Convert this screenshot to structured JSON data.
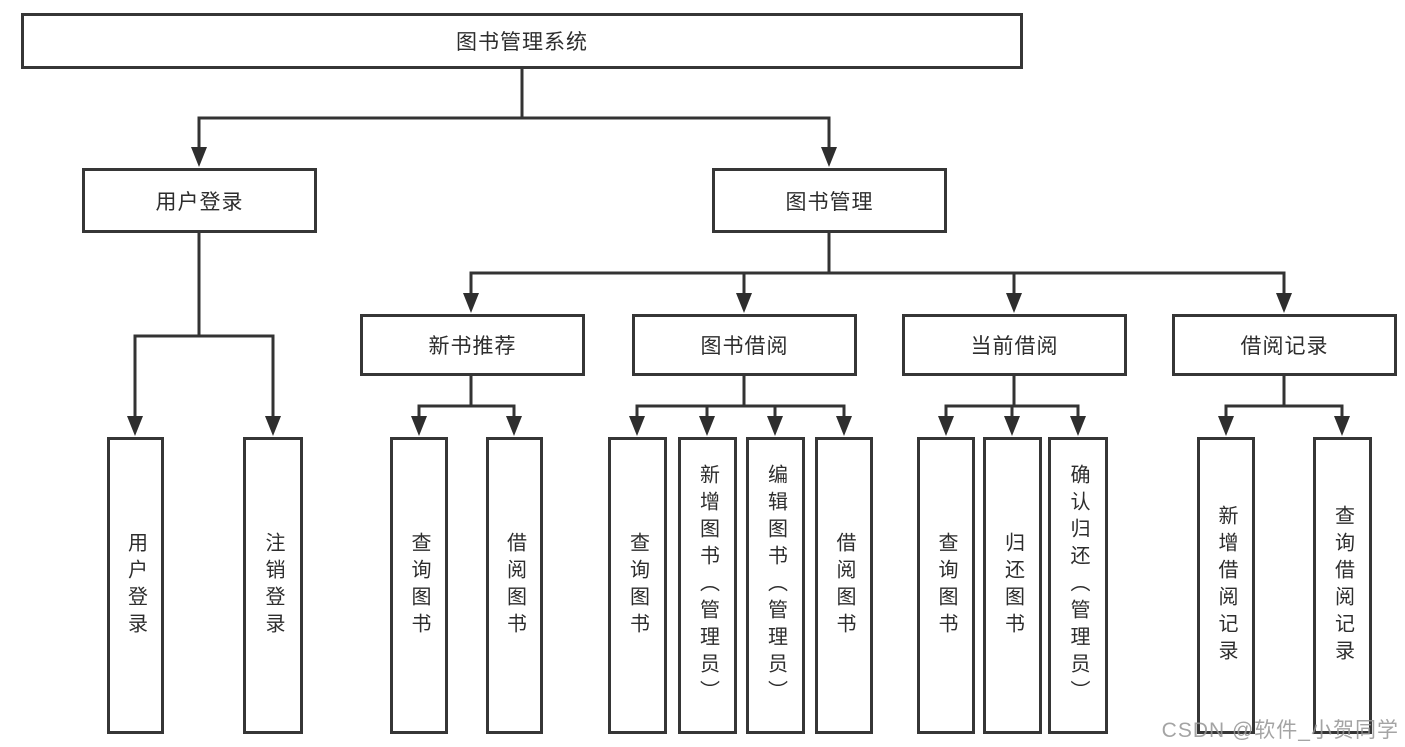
{
  "colors": {
    "line": "#333333",
    "box_border": "#363636",
    "box_background": "#ffffff",
    "text": "#2d2d2d",
    "watermark": "#949494"
  },
  "watermark": "CSDN @软件_小贺同学",
  "nodes": [
    {
      "id": "root",
      "label": "图书管理系统"
    },
    {
      "id": "user-login",
      "label": "用户登录"
    },
    {
      "id": "book-mgmt",
      "label": "图书管理"
    },
    {
      "id": "new-book-rec",
      "label": "新书推荐"
    },
    {
      "id": "book-borrow",
      "label": "图书借阅"
    },
    {
      "id": "current-borrow",
      "label": "当前借阅"
    },
    {
      "id": "borrow-records",
      "label": "借阅记录"
    },
    {
      "id": "leaf-user-login",
      "label": "用户登录"
    },
    {
      "id": "leaf-logout",
      "label": "注销登录"
    },
    {
      "id": "leaf-nbr-query",
      "label": "查询图书"
    },
    {
      "id": "leaf-nbr-borrow",
      "label": "借阅图书"
    },
    {
      "id": "leaf-bb-query",
      "label": "查询图书"
    },
    {
      "id": "leaf-bb-add",
      "label": "新增图书（管理员）"
    },
    {
      "id": "leaf-bb-edit",
      "label": "编辑图书（管理员）"
    },
    {
      "id": "leaf-bb-borrow",
      "label": "借阅图书"
    },
    {
      "id": "leaf-cb-query",
      "label": "查询图书"
    },
    {
      "id": "leaf-cb-return",
      "label": "归还图书"
    },
    {
      "id": "leaf-cb-confirm",
      "label": "确认归还（管理员）"
    },
    {
      "id": "leaf-br-add",
      "label": "新增借阅记录"
    },
    {
      "id": "leaf-br-query",
      "label": "查询借阅记录"
    }
  ]
}
